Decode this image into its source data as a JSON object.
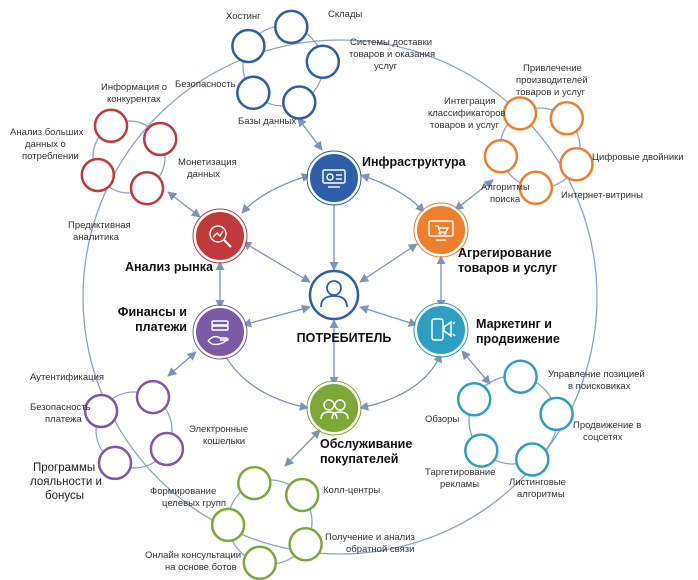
{
  "center": {
    "label": "ПОТРЕБИТЕЛЬ"
  },
  "hubs": {
    "infra": {
      "lines": [
        "Инфраструктура"
      ],
      "color": "#2e5fa8"
    },
    "market": {
      "lines": [
        "Анализ рынка"
      ],
      "color": "#c0393b"
    },
    "agg": {
      "lines": [
        "Агрегирование",
        "товаров и услуг"
      ],
      "color": "#ee7f2d"
    },
    "fin": {
      "lines": [
        "Финансы и",
        "платежи"
      ],
      "color": "#7b5aa6"
    },
    "mkt": {
      "lines": [
        "Маркетинг и",
        "продвижение"
      ],
      "color": "#2e9fc2"
    },
    "service": {
      "lines": [
        "Обслуживание",
        "покупателей"
      ],
      "color": "#7fa838"
    }
  },
  "satellites": {
    "infra": [
      "Хостинг",
      "Склады",
      "Системы доставки",
      "товаров и оказания",
      "услуг",
      "Безопасность",
      "Базы данных"
    ],
    "market": [
      "Информация о",
      "конкурентах",
      "Анализ больших",
      "данных  о",
      "потреблении",
      "Монетизация",
      "данных",
      "Предиктивная",
      "аналитика"
    ],
    "agg": [
      "Привлечение",
      "производителей",
      "товаров и услуг",
      "Интеграция",
      "классификаторов",
      "товаров и услуг",
      "Цифровые двойники",
      "Алгоритмы",
      "поиска",
      "Интернет-витрины"
    ],
    "fin": [
      "Аутентификация",
      "Безопасность",
      "платежа",
      "Электронные",
      "кошельки",
      "Программы",
      "лояльности и",
      "бонусы"
    ],
    "mkt": [
      "Управление позицией",
      "в поисковиках",
      "Обзоры",
      "Продвижение в",
      "соцсетях",
      "Таргетирование",
      "рекламы",
      "Листинговые",
      "алгоритмы"
    ],
    "service": [
      "Колл-центры",
      "Формирование",
      "целевых групп",
      "Получение и анализ",
      "обратной связи",
      "Онлайн консультации",
      "на основе ботов"
    ]
  },
  "colors": {
    "ring": "#8da3c4",
    "arrow": "#7d93b8",
    "center_ring": "#2e5fa8"
  },
  "icons": {
    "center": "person-icon",
    "infra": "server-icon",
    "market": "magnifier-chart-icon",
    "agg": "shopping-cart-screen-icon",
    "fin": "hand-coins-icon",
    "mkt": "phone-megaphone-icon",
    "service": "support-agents-icon"
  }
}
